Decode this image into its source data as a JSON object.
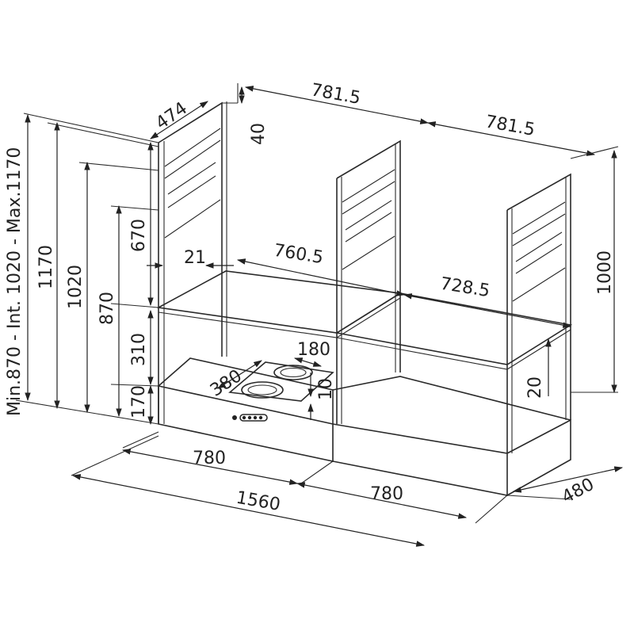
{
  "dimensions": {
    "top_depth": "474",
    "top_offset": "40",
    "top_width_left": "781.5",
    "top_width_right": "781.5",
    "height_total": "1170",
    "height_mid": "1020",
    "height_min": "870",
    "height_range": "Min.870 - Int. 1020 - Max.1170",
    "upper_frame": "670",
    "middle_frame": "310",
    "hood_height": "170",
    "side_offset": "21",
    "inner_width_left": "760.5",
    "inner_width_right": "728.5",
    "frame_height_right": "1000",
    "hob_depth": "180",
    "hob_width": "380",
    "hob_offset": "10",
    "shelf_gap": "20",
    "bottom_width_left": "780",
    "bottom_width_right": "780",
    "bottom_total": "1560",
    "bottom_depth": "480"
  }
}
